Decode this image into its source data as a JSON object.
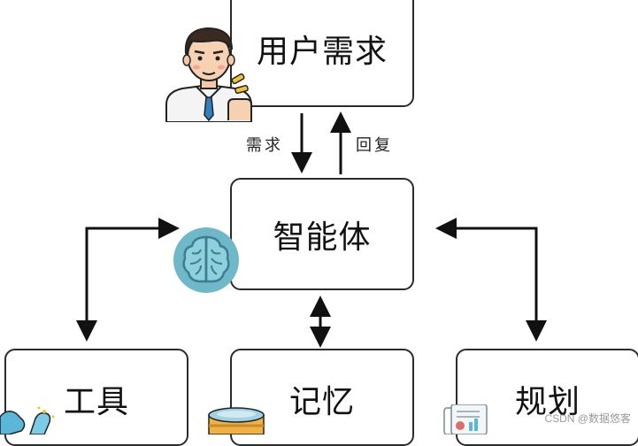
{
  "nodes": {
    "user_demand": "用户需求",
    "agent": "智能体",
    "tools": "工具",
    "memory": "记忆",
    "planning": "规划"
  },
  "arrow_labels": {
    "demand": "需求",
    "reply": "回复"
  },
  "watermark": "CSDN @数据悠客",
  "icons": {
    "user": "businessman-avatar-icon",
    "agent": "brain-icon",
    "tools": "wrench-icon",
    "memory": "database-jar-icon",
    "planning": "document-chart-icon"
  },
  "colors": {
    "border": "#2b2b2b",
    "arrow": "#111111",
    "brain_bg": "#6fb8c9",
    "brain_fg": "#3d7d8f"
  }
}
